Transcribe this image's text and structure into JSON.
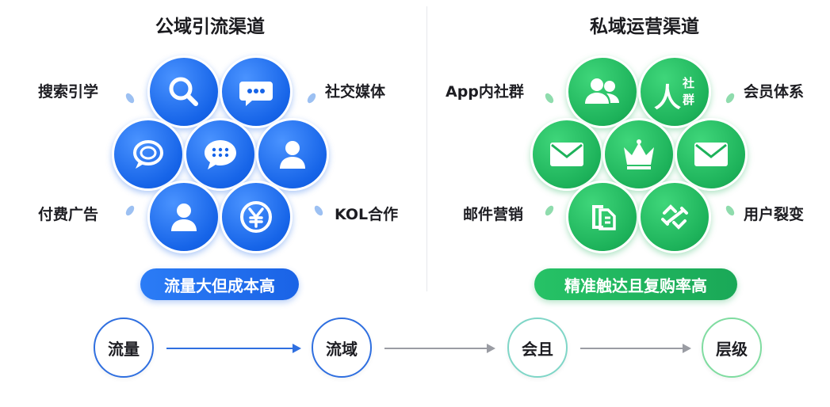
{
  "left": {
    "title": "公域引流渠道",
    "labels": {
      "top_left": "搜索引学",
      "top_right": "社交媒体",
      "bottom_left": "付费广告",
      "bottom_right": "KOL合作"
    },
    "pill": "流量大但成本高",
    "icons": [
      "search-icon",
      "chat-bubble-icon",
      "chat-ring-icon",
      "chat-dots-icon",
      "user-icon",
      "user-icon",
      "yen-coin-icon"
    ]
  },
  "right": {
    "title": "私域运营渠道",
    "labels": {
      "top_left": "App内社群",
      "top_right": "会员体系",
      "bottom_left": "邮件营销",
      "bottom_right": "用户裂变"
    },
    "pill": "精准触达且复购率高",
    "icon_text": "人社群",
    "icon_char_top": "社",
    "icon_char_bottom": "群",
    "icon_char_main": "人",
    "icons": [
      "users-icon",
      "people-community-icon",
      "mail-icon",
      "crown-icon",
      "mail-icon",
      "document-icon",
      "link-icon"
    ]
  },
  "flow": [
    "流量",
    "流域",
    "会且",
    "层级"
  ],
  "colors": {
    "blue": "#1a66e8",
    "green": "#1fb35c",
    "flow_blue": "#2f6fe0",
    "flow_gray": "#9a9ca3"
  }
}
